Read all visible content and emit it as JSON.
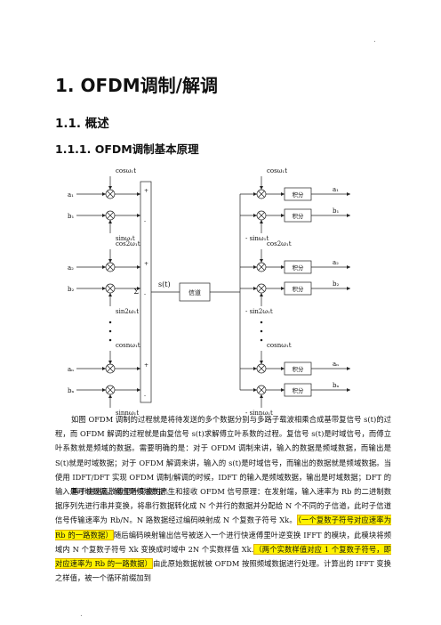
{
  "header_mark": ".",
  "footer_mark": ".",
  "heading1": "1. OFDM调制/解调",
  "heading2": "1.1. 概述",
  "heading3": "1.1.1. OFDM调制基本原理",
  "diagram": {
    "mod_carriers": [
      {
        "cos": "cosω₁t",
        "sin": "sinω₁t",
        "in_a": "a₁",
        "in_b": "b₁"
      },
      {
        "cos": "cos2ω₁t",
        "sin": "sin2ω₁t",
        "in_a": "a₂",
        "in_b": "b₂"
      },
      {
        "cos": "cosnω₁t",
        "sin": "sinnω₁t",
        "in_a": "aₙ",
        "in_b": "bₙ"
      }
    ],
    "demod_carriers": [
      {
        "cos": "cosω₁t",
        "sin": "- sinω₁t",
        "out_a": "a₁",
        "out_b": "b₁"
      },
      {
        "cos": "cos2ω₁t",
        "sin": "- sin2ω₁t",
        "out_a": "a₂",
        "out_b": "b₂"
      },
      {
        "cos": "cosnω₁t",
        "sin": "- sinnω₁t",
        "out_a": "aₙ",
        "out_b": "bₙ"
      }
    ],
    "plus": "+",
    "minus": "-",
    "sigma": "Σ",
    "st": "s(t)",
    "channel": "信道",
    "integrator": "积分"
  },
  "paragraphs": {
    "p1": "如图 OFDM 调制的过程就是将待发送的多个数据分别与多路子载波相乘合成基带复信号 s(t)的过程，而 OFDM 解调的过程就是由复信号 s(t)求解傅立叶系数的过程。复信号 s(t)是时域信号，而傅立叶系数就是频域的数据。需要明确的是：对于 OFDM 调制来讲，输入的数据是频域数据，而输出是 S(t)就是时域数据；对于 OFDM 解调来讲，输入的 s(t)是时域信号，而输出的数据就是频域数据。当使用 IDFT/DFT 实现 OFDM 调制/解调的时候，IDFT 的输入是频域数据，输出是时域数据；DFT 的输入是时域数据，输出是频域数据。",
    "p2_a": "基于快速离散傅里叶变换的产生和接收 OFDM 信号原理：在发射端，输入速率为 Rb 的二进制数据序列先进行串并变换，将串行数据转化成 N 个并行的数据并分配给 N 个不同的子信道，此时子信道信号传输速率为 Rb/N。N 路数据经过编码映射成 N 个复数子符号 Xk。",
    "p2_hl1": "（一个复数子符号对应速率为 Rb 的一路数据）",
    "p2_b": "随后编码映射输出信号被送入一个进行快速傅里叶逆变换 IFFT 的模块，此模块将频域内 N 个复数子符号 Xk 变换成时域中 2N 个实数样值 Xk.",
    "p2_hl2": "（两个实数样值对应 1 个复数子符号，即对应速率为 Rb 的一路数据）",
    "p2_c": "由此原始数据就被 OFDM 按照频域数据进行处理。计算出的 IFFT 变换之样值，被一个循环前缀加到"
  }
}
